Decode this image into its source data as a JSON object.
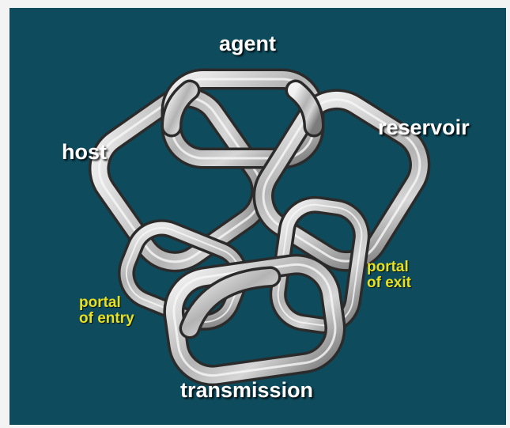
{
  "labels": {
    "agent": "agent",
    "reservoir": "reservoir",
    "host": "host",
    "transmission": "transmission",
    "portal_exit": [
      "portal",
      "of exit"
    ],
    "portal_entry": [
      "portal",
      "of entry"
    ]
  },
  "colors": {
    "background": "#0d4b5d",
    "chain": "#b7b7b7",
    "main_text": "#ffffff",
    "portal_text": "#e8e022"
  }
}
